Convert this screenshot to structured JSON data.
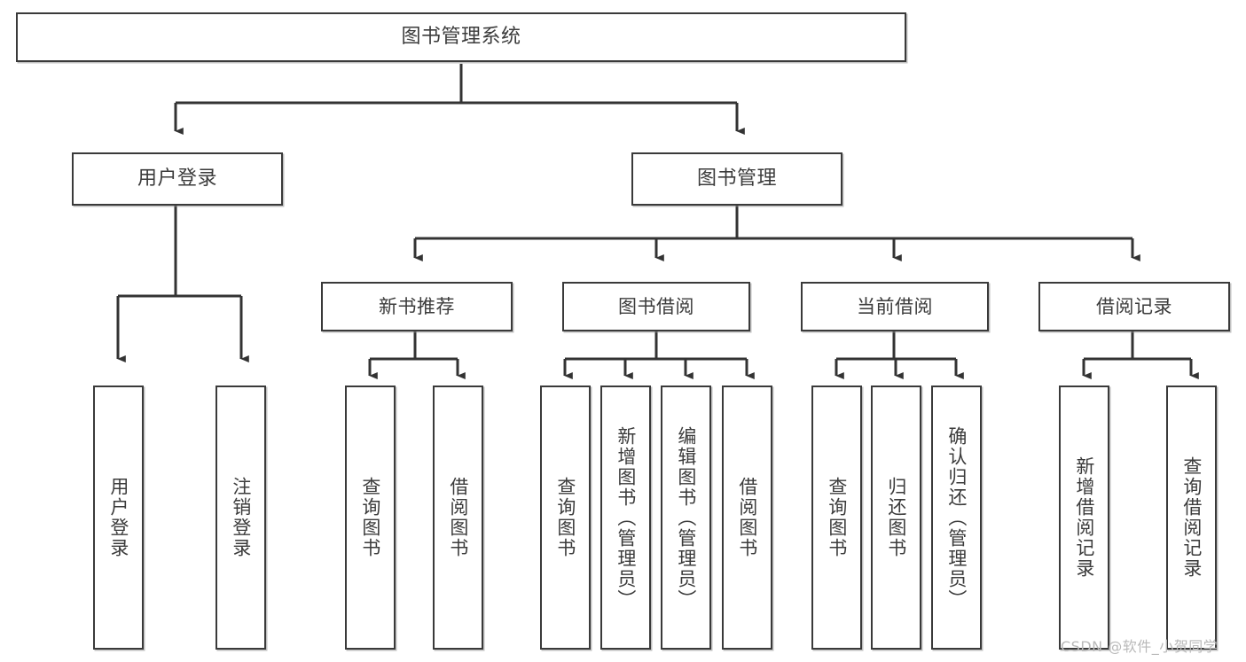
{
  "diagram": {
    "type": "hierarchy-tree",
    "title": "图书管理系统",
    "nodes": {
      "root": {
        "label": "图书管理系统"
      },
      "user_login": {
        "label": "用户登录"
      },
      "book_manage": {
        "label": "图书管理"
      },
      "new_book_rec": {
        "label": "新书推荐"
      },
      "book_borrow": {
        "label": "图书借阅"
      },
      "current_borrow": {
        "label": "当前借阅"
      },
      "borrow_record": {
        "label": "借阅记录"
      },
      "leaf_user_login": {
        "label": "用户登录"
      },
      "leaf_logout": {
        "label": "注销登录"
      },
      "leaf_query_book_1": {
        "label": "查询图书"
      },
      "leaf_borrow_book_1": {
        "label": "借阅图书"
      },
      "leaf_query_book_2": {
        "label": "查询图书"
      },
      "leaf_add_book_admin": {
        "label": "新增图书（管理员）"
      },
      "leaf_edit_book_admin": {
        "label": "编辑图书（管理员）"
      },
      "leaf_borrow_book_2": {
        "label": "借阅图书"
      },
      "leaf_query_book_3": {
        "label": "查询图书"
      },
      "leaf_return_book": {
        "label": "归还图书"
      },
      "leaf_confirm_return_admin": {
        "label": "确认归还（管理员）"
      },
      "leaf_add_borrow_record": {
        "label": "新增借阅记录"
      },
      "leaf_query_borrow_record": {
        "label": "查询借阅记录"
      }
    },
    "edges": [
      {
        "from": "root",
        "to": "user_login"
      },
      {
        "from": "root",
        "to": "book_manage"
      },
      {
        "from": "user_login",
        "to": "leaf_user_login"
      },
      {
        "from": "user_login",
        "to": "leaf_logout"
      },
      {
        "from": "book_manage",
        "to": "new_book_rec"
      },
      {
        "from": "book_manage",
        "to": "book_borrow"
      },
      {
        "from": "book_manage",
        "to": "current_borrow"
      },
      {
        "from": "book_manage",
        "to": "borrow_record"
      },
      {
        "from": "new_book_rec",
        "to": "leaf_query_book_1"
      },
      {
        "from": "new_book_rec",
        "to": "leaf_borrow_book_1"
      },
      {
        "from": "book_borrow",
        "to": "leaf_query_book_2"
      },
      {
        "from": "book_borrow",
        "to": "leaf_add_book_admin"
      },
      {
        "from": "book_borrow",
        "to": "leaf_edit_book_admin"
      },
      {
        "from": "book_borrow",
        "to": "leaf_borrow_book_2"
      },
      {
        "from": "current_borrow",
        "to": "leaf_query_book_3"
      },
      {
        "from": "current_borrow",
        "to": "leaf_return_book"
      },
      {
        "from": "current_borrow",
        "to": "leaf_confirm_return_admin"
      },
      {
        "from": "borrow_record",
        "to": "leaf_add_borrow_record"
      },
      {
        "from": "borrow_record",
        "to": "leaf_query_borrow_record"
      }
    ],
    "colors": {
      "border": "#3a3a3a",
      "text": "#3b3b3b",
      "background": "#ffffff",
      "connector": "#333333",
      "watermark": "#b9b9b9"
    }
  },
  "watermark": {
    "text": "CSDN @软件_小贺同学"
  }
}
